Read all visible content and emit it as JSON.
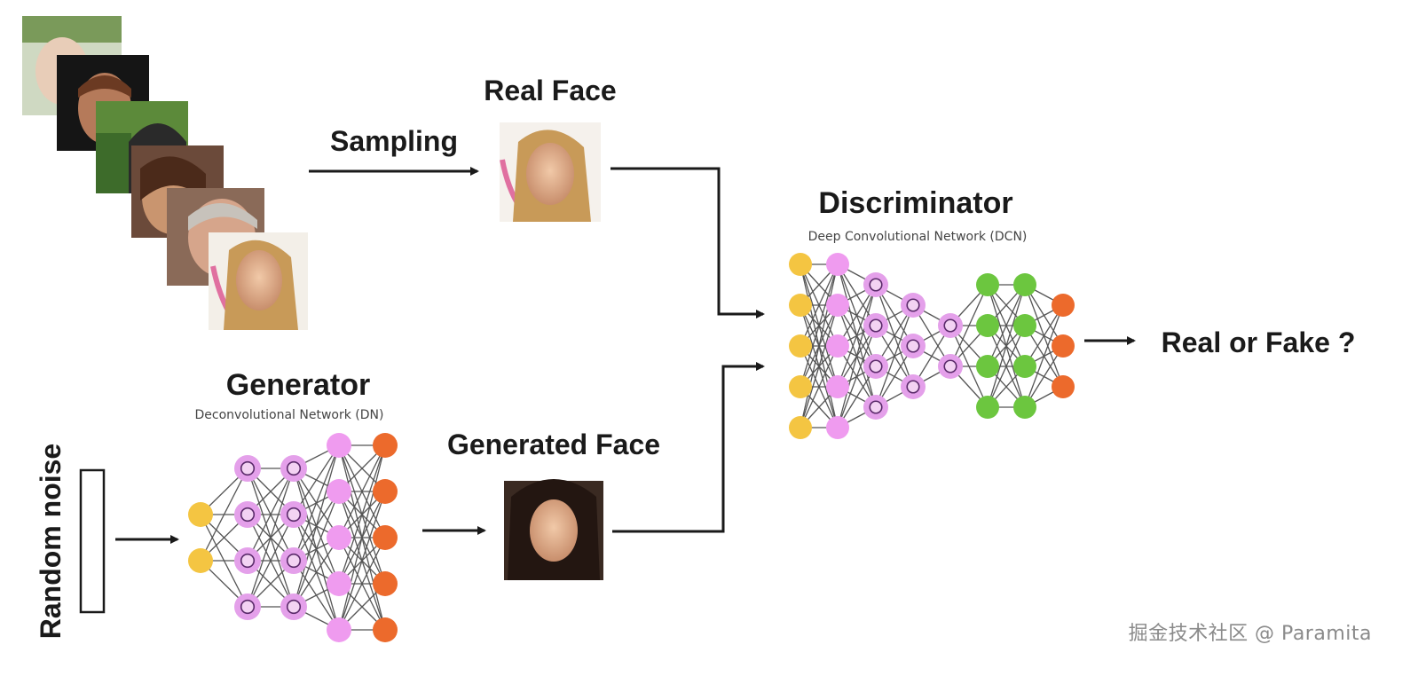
{
  "labels": {
    "real_face": "Real Face",
    "sampling": "Sampling",
    "discriminator": "Discriminator",
    "discriminator_sub": "Deep Convolutional Network (DCN)",
    "generator": "Generator",
    "generator_sub": "Deconvolutional Network (DN)",
    "generated_face": "Generated Face",
    "random_noise": "Random noise",
    "output": "Real or Fake ?"
  },
  "watermark": "掘金技术社区 @ Paramita",
  "colors": {
    "yellow": "#f4c542",
    "pink": "#ef9bef",
    "pink_ring": "#e4a0ea",
    "green": "#6cc63f",
    "orange": "#ec6a2c",
    "edge": "#555555",
    "arrow": "#1a1a1a"
  },
  "networks": {
    "generator_layers": [
      {
        "count": 2,
        "kind": "yellow"
      },
      {
        "count": 4,
        "kind": "ring"
      },
      {
        "count": 4,
        "kind": "ring"
      },
      {
        "count": 5,
        "kind": "pink"
      },
      {
        "count": 5,
        "kind": "orange"
      }
    ],
    "discriminator_layers": [
      {
        "count": 5,
        "kind": "yellow"
      },
      {
        "count": 5,
        "kind": "pink"
      },
      {
        "count": 4,
        "kind": "ring"
      },
      {
        "count": 3,
        "kind": "ring"
      },
      {
        "count": 2,
        "kind": "ring"
      },
      {
        "count": 4,
        "kind": "green"
      },
      {
        "count": 4,
        "kind": "green"
      },
      {
        "count": 3,
        "kind": "orange"
      }
    ]
  },
  "icons": {
    "dataset_photos": "face-photo-stack-icon",
    "real_face_photo": "real-face-photo-icon",
    "generated_face_photo": "generated-face-photo-icon"
  }
}
